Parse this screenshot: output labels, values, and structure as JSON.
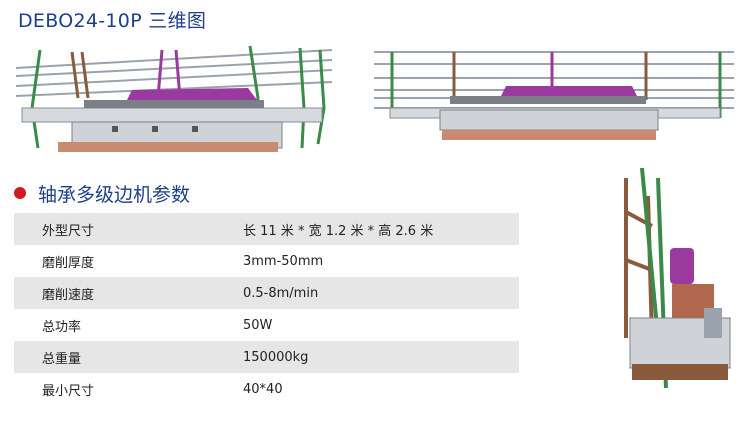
{
  "page": {
    "title": "DEBO24-10P 三维图"
  },
  "section": {
    "title": "轴承多级边机参数"
  },
  "params": [
    {
      "label": "外型尺寸",
      "value": "长 11 米 * 宽 1.2 米 * 高 2.6 米"
    },
    {
      "label": "磨削厚度",
      "value": "3mm-50mm"
    },
    {
      "label": "磨削速度",
      "value": "0.5-8m/min"
    },
    {
      "label": "总功率",
      "value": "50W"
    },
    {
      "label": "总重量",
      "value": "150000kg"
    },
    {
      "label": "最小尺寸",
      "value": "40*40"
    }
  ],
  "colors": {
    "title": "#1f3f8a",
    "bullet": "#d11a22",
    "row_shade": "#e6e6e6",
    "hood": "#9b3a9e",
    "base": "#c98a72",
    "frame": "#8a5a3c",
    "green_post": "#3a8a4a",
    "rail": "#9aa3ad"
  }
}
